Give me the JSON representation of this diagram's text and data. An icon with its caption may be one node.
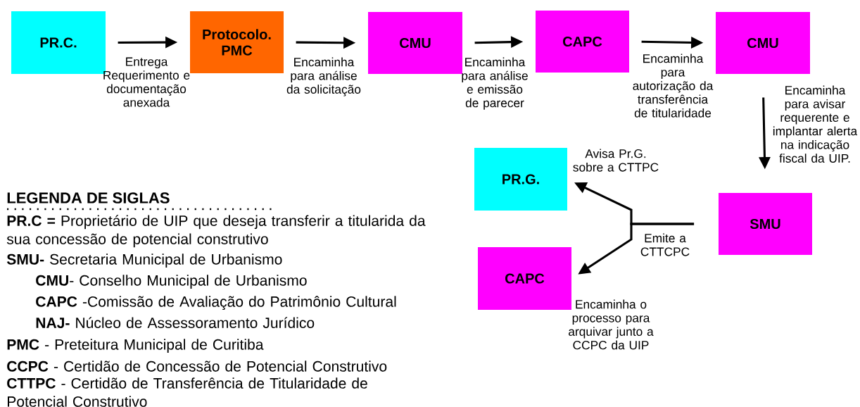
{
  "diagram": {
    "nodes": [
      {
        "text": [
          "PR.C."
        ]
      },
      {
        "text": [
          "Protocolo. PMC"
        ]
      },
      {
        "text": [
          "CMU"
        ]
      },
      {
        "text": [
          "CAPC"
        ]
      },
      {
        "text": [
          "CMU"
        ]
      },
      {
        "text": [
          "SMU"
        ]
      },
      {
        "text": [
          "PR.G."
        ]
      },
      {
        "text": [
          "CAPC"
        ]
      }
    ],
    "edges": [
      {
        "from": 0,
        "to": 1,
        "arrow": "to",
        "label": "Entrega Requerimento e documentação anexada"
      },
      {
        "from": 1,
        "to": 2,
        "arrow": "to",
        "label": "Encaminha para análise da solicitação"
      },
      {
        "from": 2,
        "to": 3,
        "arrow": "to",
        "label": "Encaminha para análise e emissão de parecer"
      },
      {
        "from": 3,
        "to": 4,
        "arrow": "to",
        "label": "Encaminha para autorização da transferência de titularidade"
      },
      {
        "from": 4,
        "to": 5,
        "arrow": "to",
        "label": "Encaminha para avisar requerente e implantar alerta na indicação fiscal da UIP."
      },
      {
        "from": 5,
        "to": 6,
        "arrow": "to",
        "label": "Avisa Pr.G. sobre a CTTPC"
      },
      {
        "from": 5,
        "to": 7,
        "arrow": "to",
        "label": "Encaminha o processo para arquivar junto a CCPC da UIP"
      }
    ],
    "labels": [
      "Emite a CTTCPC",
      "LEGENDA DE SIGLAS",
      "**PR.C =** Proprietário de UIP que deseja transferir a titularida da sua concessão de potencial construtivo",
      "**SMU-** Secretaria Municipal de Urbanismo",
      "**CMU**- Conselho Municipal de Urbanismo",
      "**CAPC** -Comissão de Avaliação do Patrimônio Cultural",
      "**NAJ-** Núcleo de Assessoramento Jurídico",
      "**PMC** - Preteitura Municipal de Curitiba",
      "**CCPC** - Certidão de Concessão de Potencial Construtivo",
      "**CTTPC** - Certidão de Transferência de Titularidade de Potencial Construtivo"
    ]
  }
}
